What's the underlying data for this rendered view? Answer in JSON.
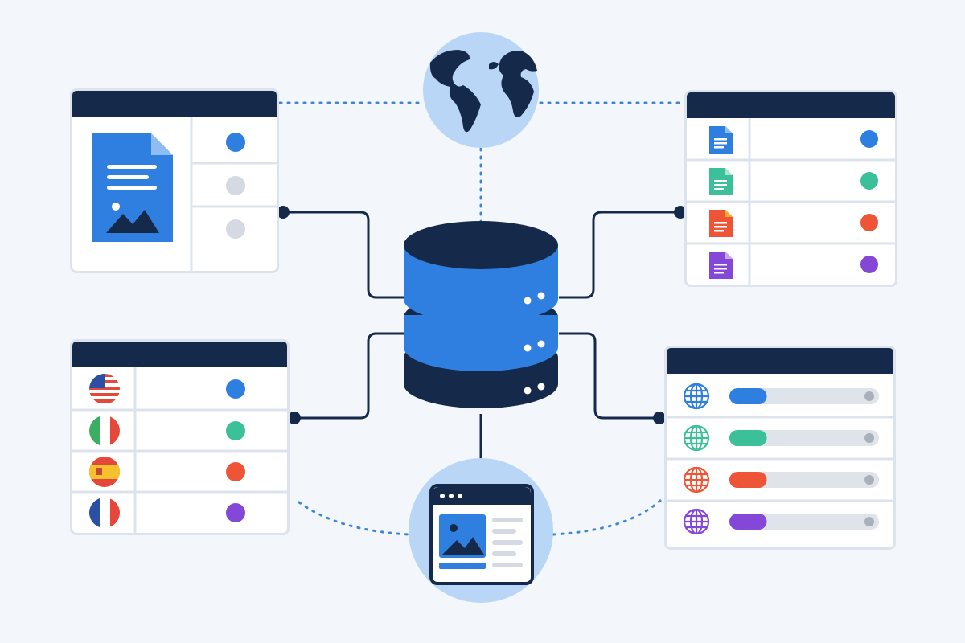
{
  "colors": {
    "background": "#f3f6fa",
    "navy": "#152a4a",
    "accent_blue": "#2e7fe0",
    "light_circle": "#b9d6f7",
    "blue": "#2e7fe0",
    "green": "#3cc09a",
    "red": "#ee5537",
    "purple": "#8447d8",
    "gray": "#d5dae2"
  },
  "center": {
    "icon": "database-icon"
  },
  "top_node": {
    "icon": "globe-icon"
  },
  "bottom_node": {
    "icon": "webpage-image-icon"
  },
  "panels": {
    "document": {
      "icon": "document-image-icon",
      "rows": [
        {
          "dot_color": "blue"
        },
        {
          "dot_color": "gray"
        },
        {
          "dot_color": "gray"
        }
      ]
    },
    "files": {
      "rows": [
        {
          "icon": "file-icon",
          "color": "blue"
        },
        {
          "icon": "file-icon",
          "color": "green"
        },
        {
          "icon": "file-icon",
          "color": "red"
        },
        {
          "icon": "file-icon",
          "color": "purple"
        }
      ]
    },
    "languages": {
      "rows": [
        {
          "icon": "flag-us-icon",
          "dot_color": "blue"
        },
        {
          "icon": "flag-italy-icon",
          "dot_color": "green"
        },
        {
          "icon": "flag-spain-icon",
          "dot_color": "red"
        },
        {
          "icon": "flag-france-icon",
          "dot_color": "purple"
        }
      ]
    },
    "regions": {
      "rows": [
        {
          "icon": "globe-icon",
          "color": "blue",
          "progress": 0.25
        },
        {
          "icon": "globe-icon",
          "color": "green",
          "progress": 0.25
        },
        {
          "icon": "globe-icon",
          "color": "red",
          "progress": 0.25
        },
        {
          "icon": "globe-icon",
          "color": "purple",
          "progress": 0.25
        }
      ]
    }
  }
}
